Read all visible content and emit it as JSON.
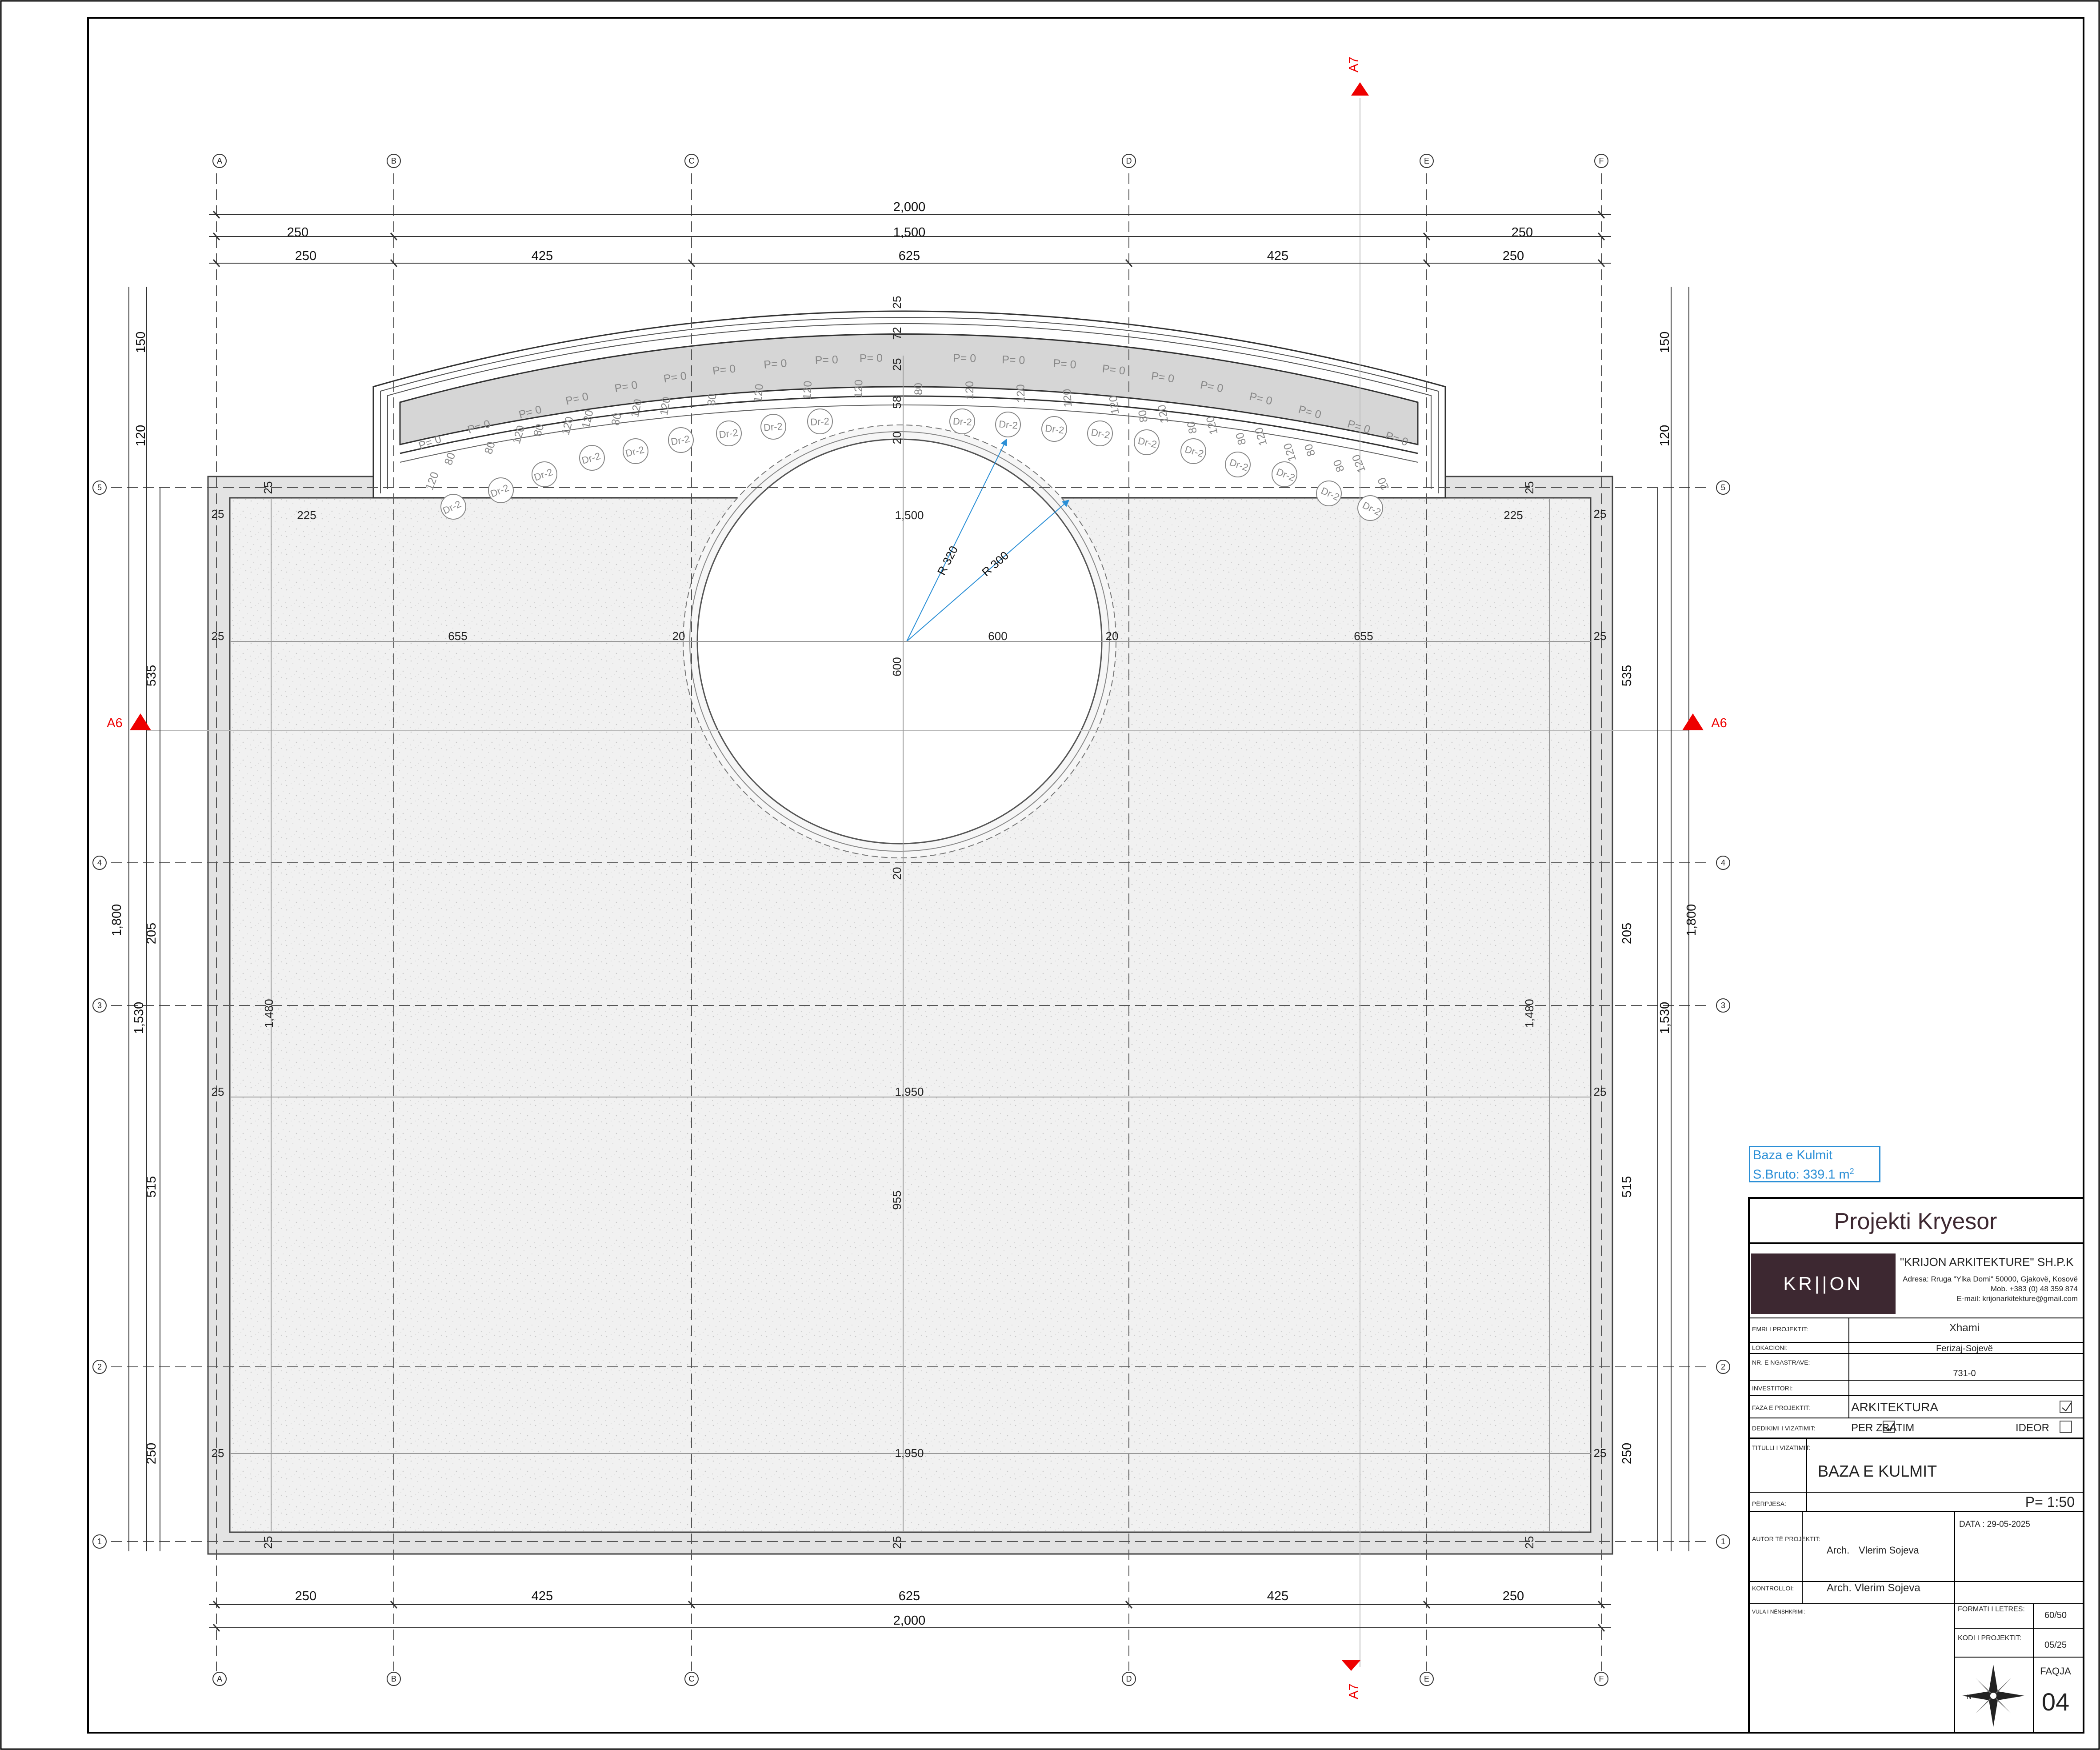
{
  "grid_letters": [
    "A",
    "B",
    "C",
    "D",
    "E",
    "F"
  ],
  "grid_numbers": [
    "5",
    "4",
    "3",
    "2",
    "1"
  ],
  "dims_top": {
    "total": "2,000",
    "middle": "1,500",
    "side": "250",
    "bays": [
      "250",
      "425",
      "625",
      "425",
      "250"
    ]
  },
  "dims_bottom": {
    "bays": [
      "250",
      "425",
      "625",
      "425",
      "250"
    ],
    "total": "2,000"
  },
  "dims_left": {
    "outer": [
      "150",
      "120",
      "535",
      "205",
      "515",
      "250"
    ],
    "total": "1,800",
    "sub": "1,530"
  },
  "dims_right": {
    "outer": [
      "150",
      "120",
      "535",
      "205",
      "515",
      "250"
    ],
    "total": "1,800",
    "sub": "1,530"
  },
  "plan_dims": {
    "d25": "25",
    "d225": "225",
    "d1500": "1,500",
    "d655": "655",
    "d20": "20",
    "d600": "600",
    "d1480": "1,480",
    "d1950": "1,950",
    "d955": "955",
    "r320": "R 320",
    "r300": "R 300",
    "d72": "72",
    "d58": "58"
  },
  "arc_labels": {
    "p": "P= 0",
    "dr": "Dr-2",
    "d80": "80",
    "d120": "120",
    "d20": "20"
  },
  "sections": {
    "a6": "A6",
    "a7": "A7"
  },
  "area_tag": {
    "name": "Baza e Kulmit",
    "area_prefix": "S.Bruto: 339.1 m",
    "area_sup": "2"
  },
  "title_block": {
    "project_title": "Projekti Kryesor",
    "logo_text": "KR||ON",
    "company": "\"KRIJON ARKITEKTURE\" SH.P.K",
    "address": "Adresa: Rruga \"Ylka Domi\" 50000, Gjakovë, Kosovë",
    "mobile": "Mob. +383 (0) 48 359 874",
    "email": "E-mail: krijonarkitekture@gmail.com",
    "emri_label": "EMRI I PROJEKTIT:",
    "emri_value": "Xhami",
    "lokacioni_label": "LOKACIONI:",
    "lokacioni_value": "Ferizaj-Sojevë",
    "nr_label": "NR. E NGASTRAVE:",
    "nr_value": "731-0",
    "investitori_label": "INVESTITORI:",
    "faza_label": "FAZA E PROJEKTIT:",
    "faza_value": "ARKITEKTURA",
    "dedikimi_label": "DEDIKIMI I VIZATIMIT:",
    "per_zbatim": "PER ZBATIM",
    "ideor": "IDEOR",
    "titulli_label": "TITULLI I VIZATIMIT:",
    "titulli_value": "BAZA E KULMIT",
    "perpjesa_label": "PËRPJESA:",
    "scale": "P= 1:50",
    "autor_label": "AUTOR TË PROJEKTIT:",
    "arch": "Arch.",
    "author_name": "Vlerim Sojeva",
    "date": "DATA : 29-05-2025",
    "kontrolloi_label": "KONTROLLOI:",
    "kontrolloi_value": "Arch. Vlerim Sojeva",
    "vula_label": "VULA  I  NËNSHKRIMI:",
    "formati_label": "FORMATI I LETRES:",
    "formati_value": "60/50",
    "kodi_label": "KODI I PROJEKTIT:",
    "kodi_value": "05/25",
    "faqja_label": "FAQJA",
    "faqja_value": "04",
    "north_letter": "N"
  }
}
